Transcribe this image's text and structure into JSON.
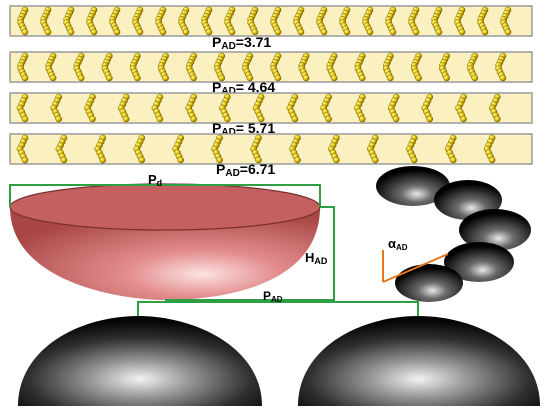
{
  "strips": [
    {
      "label": "P",
      "sub": "AD",
      "value": "=3.71",
      "count": 22,
      "atoms": 8
    },
    {
      "label": "P",
      "sub": "AD",
      "value": "= 4.64",
      "count": 18,
      "atoms": 8
    },
    {
      "label": "P",
      "sub": "AD",
      "value": "= 5.71",
      "count": 15,
      "atoms": 7
    },
    {
      "label": "P",
      "sub": "AD",
      "value": "=6.71",
      "count": 13,
      "atoms": 7
    }
  ],
  "pd_label": {
    "main": "P",
    "sub": "d"
  },
  "had_label": {
    "main": "H",
    "sub": "AD"
  },
  "pad_label": {
    "main": "P",
    "sub": "AD"
  },
  "alpha_label": {
    "main": "α",
    "sub": "AD"
  },
  "colors": {
    "strip_fill": "#fbf1c0",
    "strip_border": "#9a9a9a",
    "atom": "#d9b800",
    "bowl": "#c96464",
    "bowl_rim": "#f08a8a",
    "dim_line": "#2ea043",
    "angle_line": "#e8751a"
  }
}
